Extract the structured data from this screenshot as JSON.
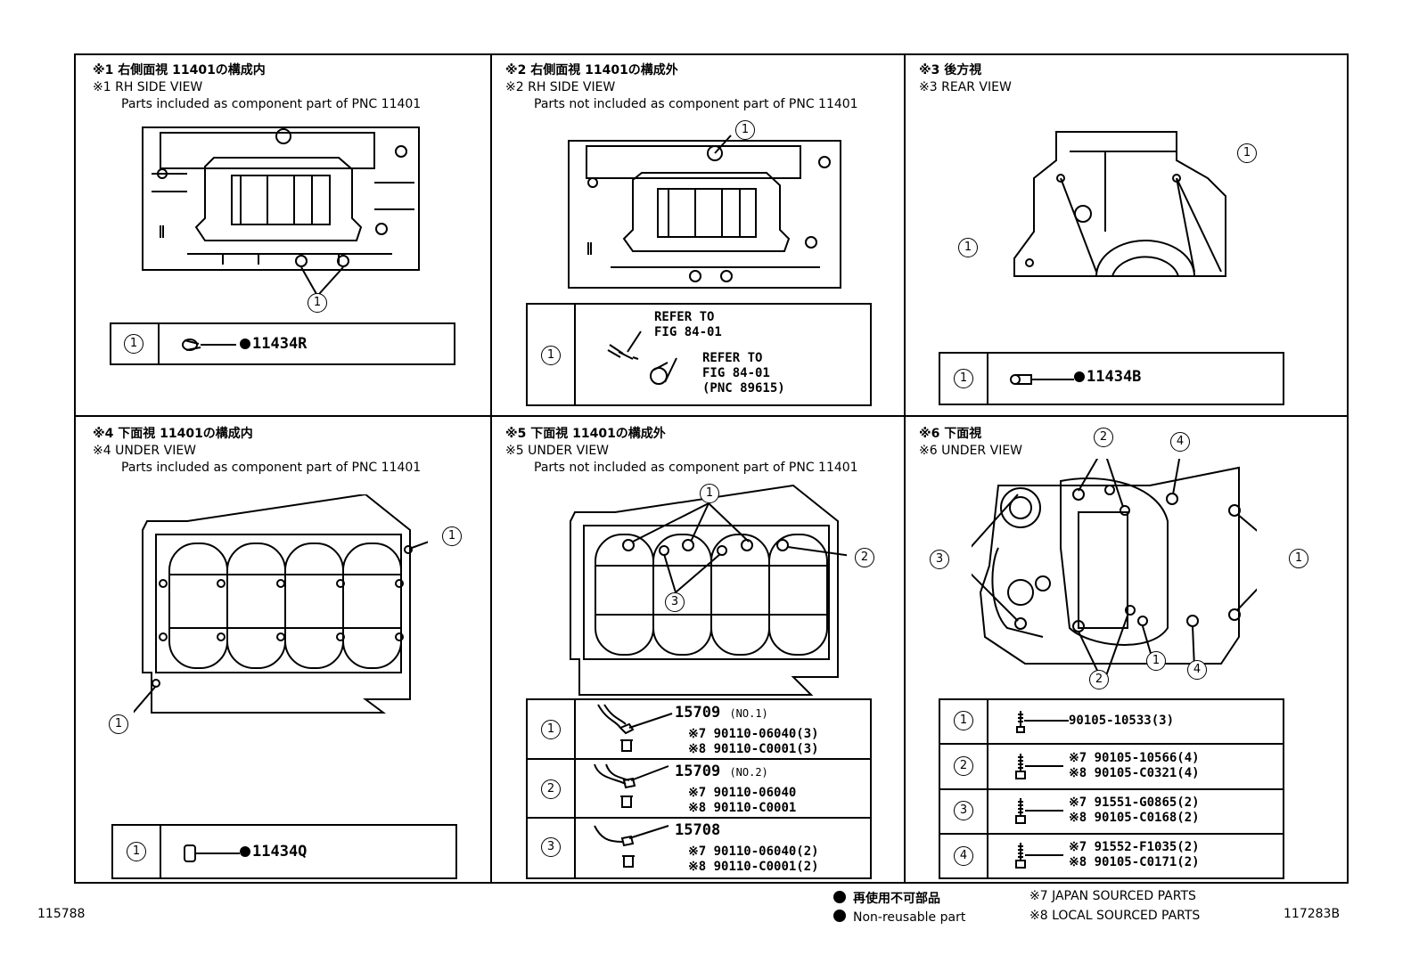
{
  "panels": [
    {
      "id": "p1",
      "jp": "※1 右側面視 11401の構成内",
      "en": "※1 RH SIDE VIEW",
      "sub": "Parts included as component part of PNC 11401"
    },
    {
      "id": "p2",
      "jp": "※2 右側面視 11401の構成外",
      "en": "※2 RH SIDE VIEW",
      "sub": "Parts not included as component part of PNC 11401"
    },
    {
      "id": "p3",
      "jp": "※3 後方視",
      "en": "※3 REAR VIEW",
      "sub": ""
    },
    {
      "id": "p4",
      "jp": "※4 下面視 11401の構成内",
      "en": "※4 UNDER VIEW",
      "sub": "Parts included as component part of PNC 11401"
    },
    {
      "id": "p5",
      "jp": "※5 下面視 11401の構成外",
      "en": "※5 UNDER VIEW",
      "sub": "Parts not included as component part of PNC 11401"
    },
    {
      "id": "p6",
      "jp": "※6 下面視",
      "en": "※6 UNDER VIEW",
      "sub": ""
    }
  ],
  "callouts": {
    "one": "1",
    "two": "2",
    "three": "3",
    "four": "4"
  },
  "p1_table": {
    "pn": "11434R"
  },
  "p2_table": {
    "ref1": "REFER TO",
    "ref1b": "FIG 84-01",
    "ref2": "REFER TO",
    "ref2b": "FIG 84-01",
    "ref2c": "(PNC 89615)"
  },
  "p3_table": {
    "pn": "11434B"
  },
  "p4_table": {
    "pn": "11434Q"
  },
  "p5_table": [
    {
      "pn": "15709",
      "note": "(NO.1)",
      "l1": "※7 90110-06040(3)",
      "l2": "※8 90110-C0001(3)"
    },
    {
      "pn": "15709",
      "note": "(NO.2)",
      "l1": "※7 90110-06040",
      "l2": "※8 90110-C0001"
    },
    {
      "pn": "15708",
      "note": "",
      "l1": "※7 90110-06040(2)",
      "l2": "※8 90110-C0001(2)"
    }
  ],
  "p6_table": [
    {
      "l1": "90105-10533(3)",
      "l2": ""
    },
    {
      "l1": "※7 90105-10566(4)",
      "l2": "※8 90105-C0321(4)"
    },
    {
      "l1": "※7 91551-G0865(2)",
      "l2": "※8 90105-C0168(2)"
    },
    {
      "l1": "※7 91552-F1035(2)",
      "l2": "※8 90105-C0171(2)"
    }
  ],
  "footer": {
    "left_code": "115788",
    "right_code": "117283B",
    "legend_jp": "再使用不可部品",
    "legend_en": "Non-reusable part",
    "src7": "※7 JAPAN SOURCED PARTS",
    "src8": "※8 LOCAL SOURCED PARTS"
  }
}
